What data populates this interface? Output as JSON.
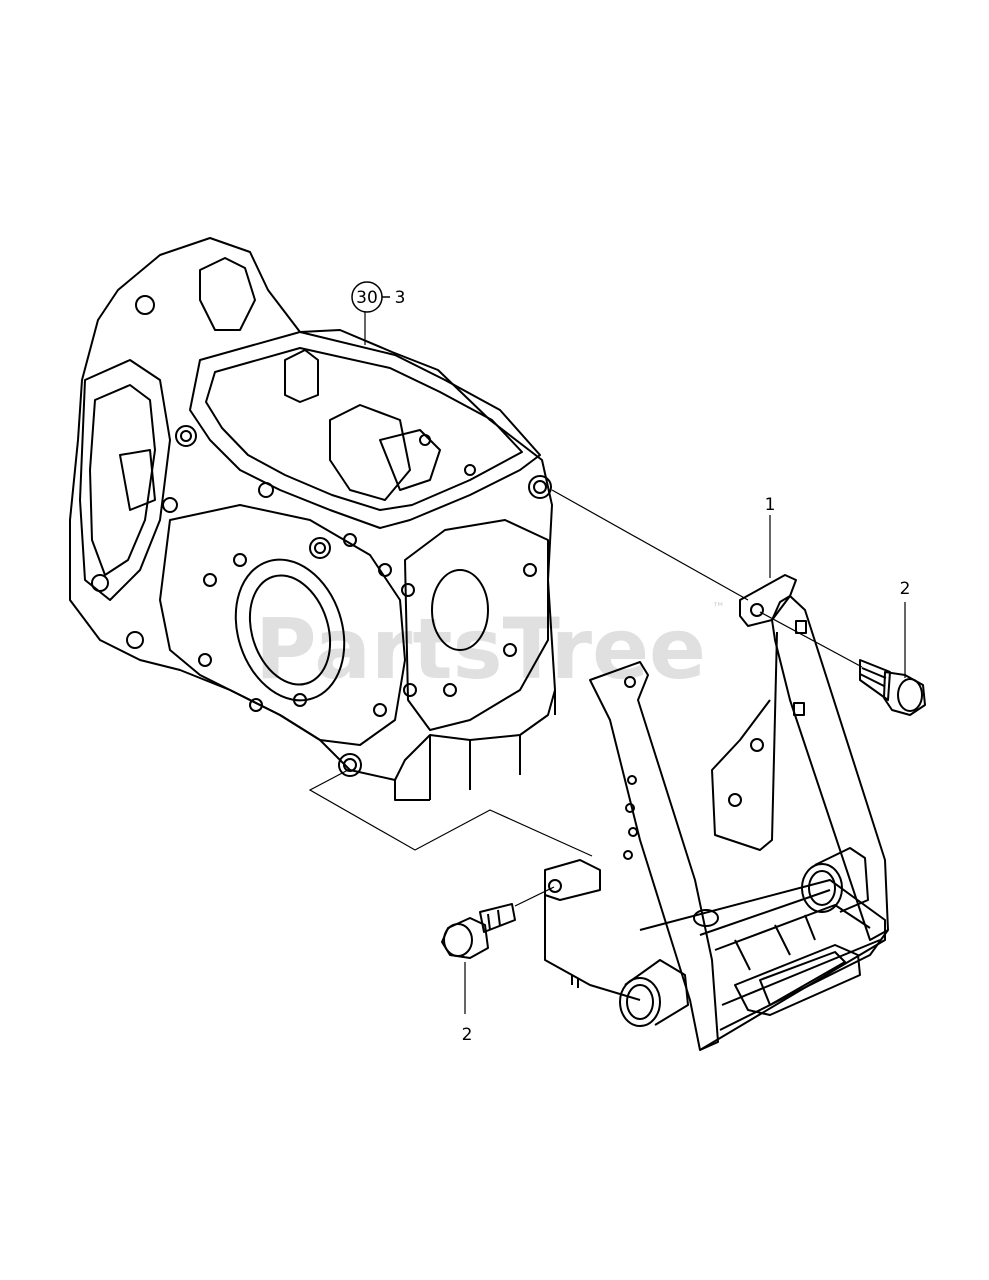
{
  "watermark": {
    "text": "PartsTree",
    "trademark": "™"
  },
  "callouts": {
    "ref_group": "30",
    "ref_item": "3",
    "bracket": "1",
    "bolt_right": "2",
    "bolt_left": "2"
  }
}
